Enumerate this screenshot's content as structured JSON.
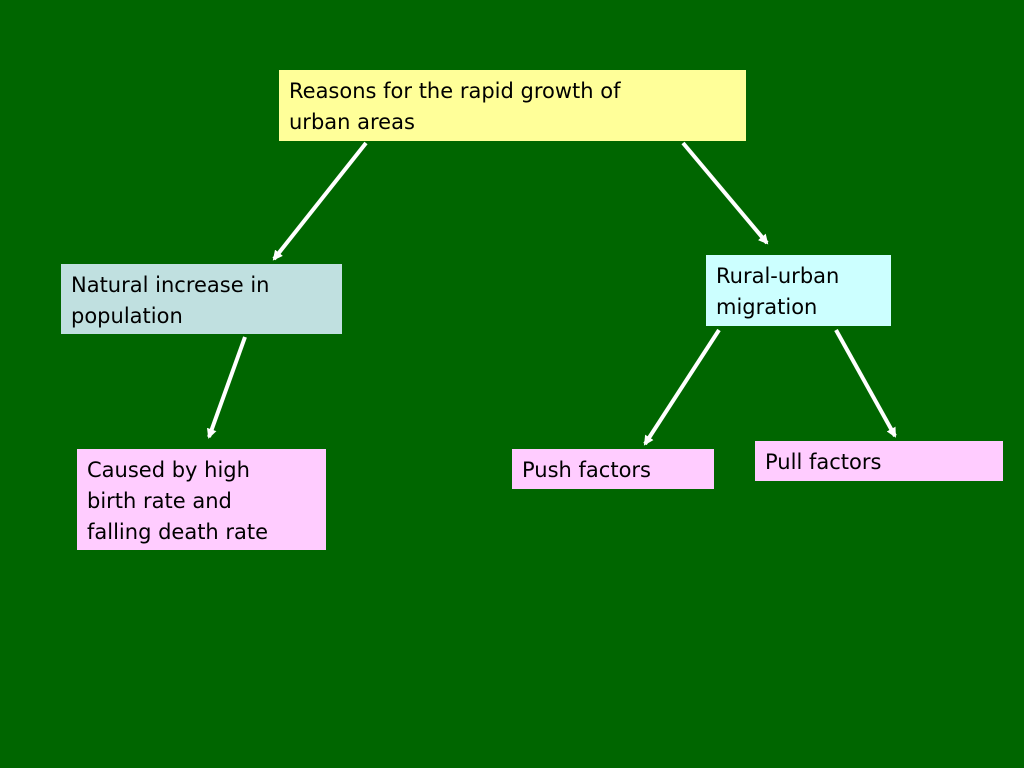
{
  "colors": {
    "background": "#006600",
    "root_box": "#ffff99",
    "natural_box": "#c0e0e0",
    "migration_box": "#ccffff",
    "leaf_box": "#ffccff",
    "arrow": "#ffffff"
  },
  "nodes": {
    "root": "Reasons for the rapid growth of\nurban areas",
    "natural_increase": "Natural increase in\npopulation",
    "rural_urban_migration": "Rural-urban\nmigration",
    "caused_by": "Caused by high\nbirth rate and\nfalling death rate",
    "push_factors": "Push factors",
    "pull_factors": "Pull factors"
  }
}
